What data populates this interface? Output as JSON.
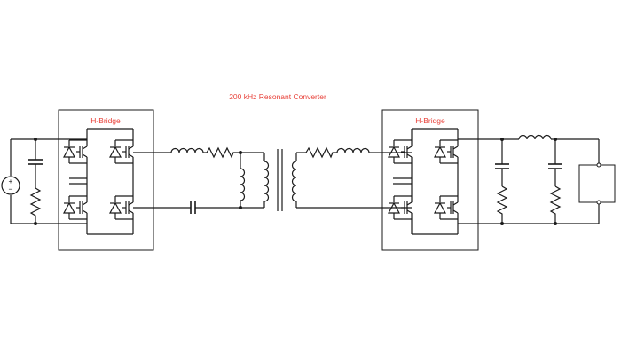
{
  "title": "200 kHz Resonant Converter",
  "blocks": {
    "primary_bridge_label": "H-Bridge",
    "secondary_bridge_label": "H-Bridge"
  },
  "source_symbol": {
    "plus": "+",
    "minus": "−"
  },
  "colors": {
    "label": "#e8423a",
    "wire": "#1a1a1a",
    "background": "#ffffff"
  }
}
